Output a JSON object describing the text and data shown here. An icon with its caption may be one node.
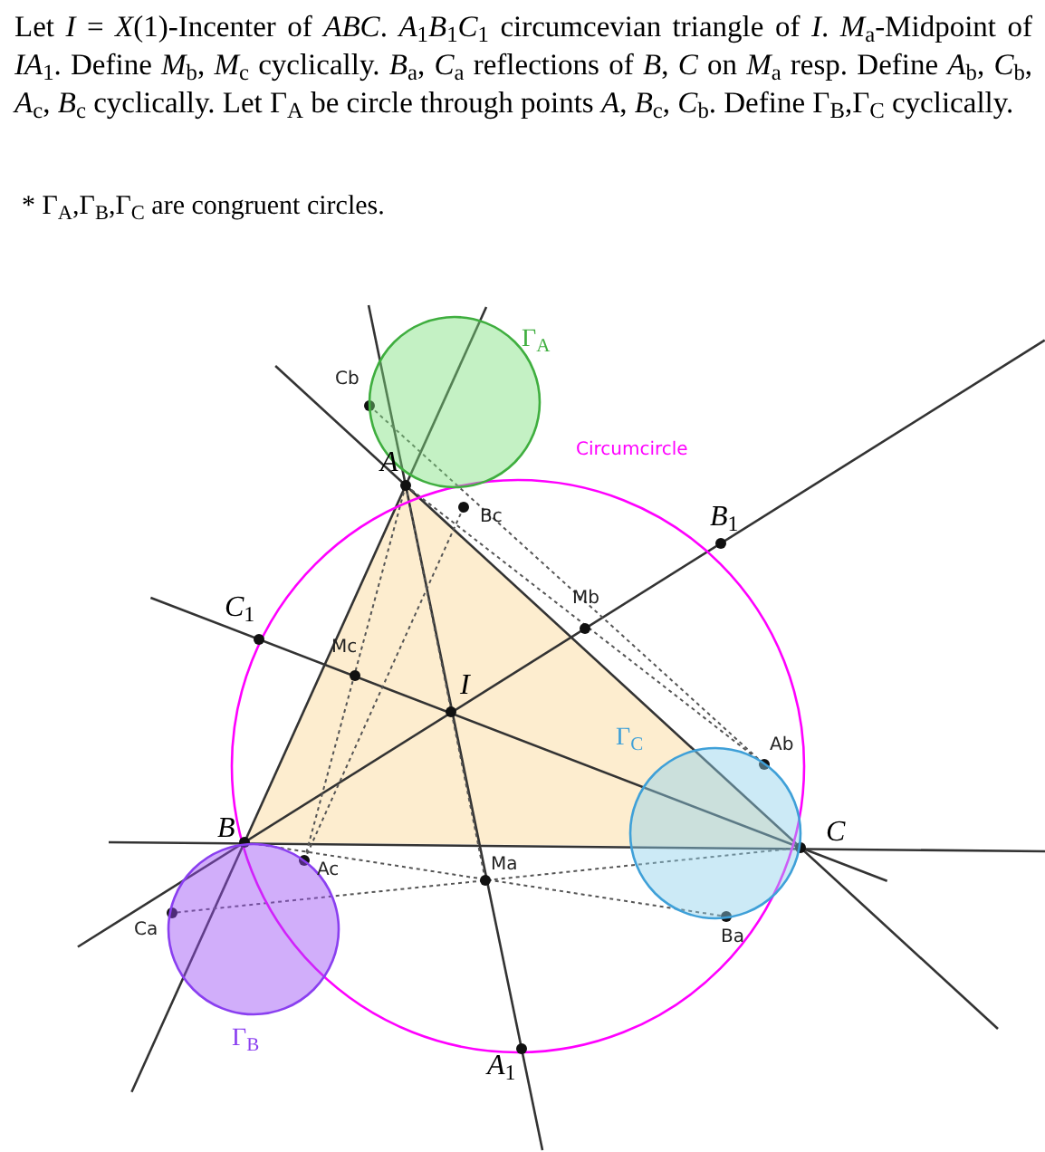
{
  "diagram": {
    "nodes": [
      {
        "text": [
          "Γ$_{A}$"
        ]
      },
      {
        "text": [
          "Γ$_{B}$"
        ]
      },
      {
        "text": [
          "Γ$_{C}$"
        ]
      }
    ],
    "labels": [
      "Let *I* = *X*(1)-Incenter of *ABC*. *A*$_{1}$*B*$_{1}$*C*$_{1}$ circumcevian triangle of *I*. *M*$_{a}$-Midpoint of *IA*$_{1}$. Define *M*$_{b}$, *M*$_{c}$ cyclically. *B*$_{a}$, *C*$_{a}$ reflections of *B*, *C* on *M*$_{a}$ resp. Define *A*$_{b}$, *C*$_{b}$, *A*$_{c}$, *B*$_{c}$ cyclically. Let Γ$_{A}$ be circle through points *A*, *B*$_{c}$, *C*$_{b}$. Define Γ$_{B}$,Γ$_{C}$ cyclically.",
      "* Γ$_{A}$,Γ$_{B}$,Γ$_{C}$ are congruent circles.",
      "Cb",
      "Circumcircle",
      "*A*",
      "Bc",
      "*B*$_{1}$",
      "*C*$_{1}$",
      "Mb",
      "Mc",
      "*I*",
      "Ab",
      "*B*",
      "*C*",
      "Ac",
      "Ma",
      "Ca",
      "Ba",
      "*A*$_{1}$"
    ]
  }
}
